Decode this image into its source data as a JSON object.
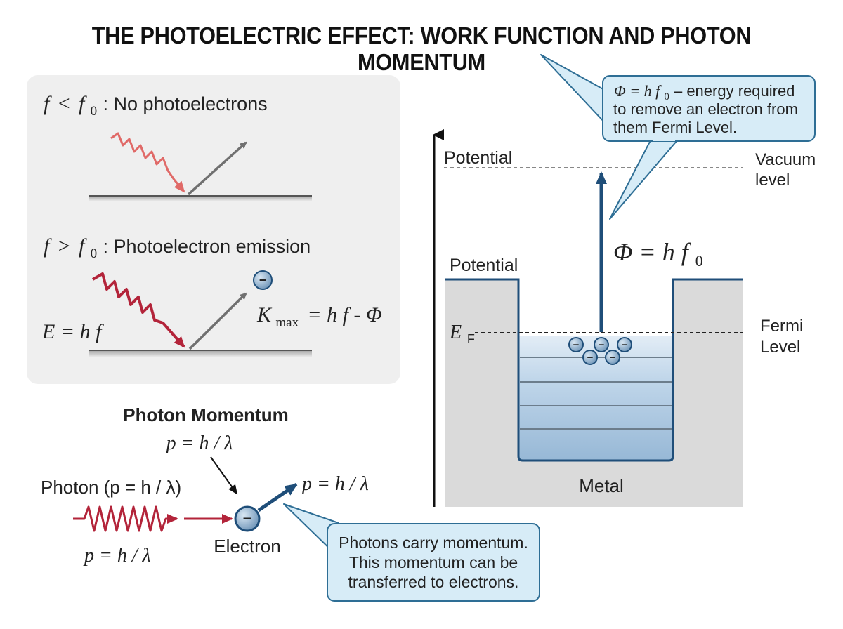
{
  "title": "THE PHOTOELECTRIC EFFECT: WORK FUNCTION AND PHOTON MOMENTUM",
  "panel_below": {
    "f_symbol": "f",
    "relation": "<",
    "threshold": "f",
    "threshold_sub": "0",
    "caption": ": No photoelectrons"
  },
  "panel_above": {
    "f_symbol": "f",
    "relation": ">",
    "threshold": "f",
    "threshold_sub": "0",
    "caption": ": Photoelectron emission",
    "energy_label": "E = h f",
    "kmax_K": "K",
    "kmax_sub": "max",
    "kmax_rhs": "= h f - Φ",
    "electron_sign": "−"
  },
  "momentum": {
    "heading": "Photon Momentum",
    "formula_top": "p = h / λ",
    "photon_label": "Photon (p = h / λ)",
    "photon_formula_below": "p = h / λ",
    "electron_label": "Electron",
    "outgoing_formula": "p = h / λ",
    "electron_sign": "−",
    "callout": [
      "Photons carry momentum.",
      "This momentum can be",
      "transferred to electrons."
    ]
  },
  "energy_diagram": {
    "potential_top": "Potential",
    "potential_left": "Potential",
    "vacuum_label": [
      "Vacuum",
      "level"
    ],
    "fermi_label": [
      "Fermi",
      "Level"
    ],
    "fermi_symbol": "E",
    "fermi_sub": "F",
    "work_function": "Φ = h f",
    "work_function_sub": "0",
    "metal_label": "Metal",
    "electron_sign": "−",
    "callout_line1_formula": "Φ = h f",
    "callout_line1_sub": "0",
    "callout_line1_rest": " – energy required",
    "callout_line2": "to remove an electron from",
    "callout_line3": "them Fermi Level."
  },
  "colors": {
    "red_light": "#e06a68",
    "red_dark": "#b3243a",
    "gray_arrow": "#707070",
    "navy": "#1f4e79",
    "callout_fill": "#d7ecf7",
    "callout_stroke": "#2e6e95",
    "panel_bg": "#efefef",
    "metal_gray": "#d8d8d8",
    "well_blue": "#a9c6df"
  }
}
